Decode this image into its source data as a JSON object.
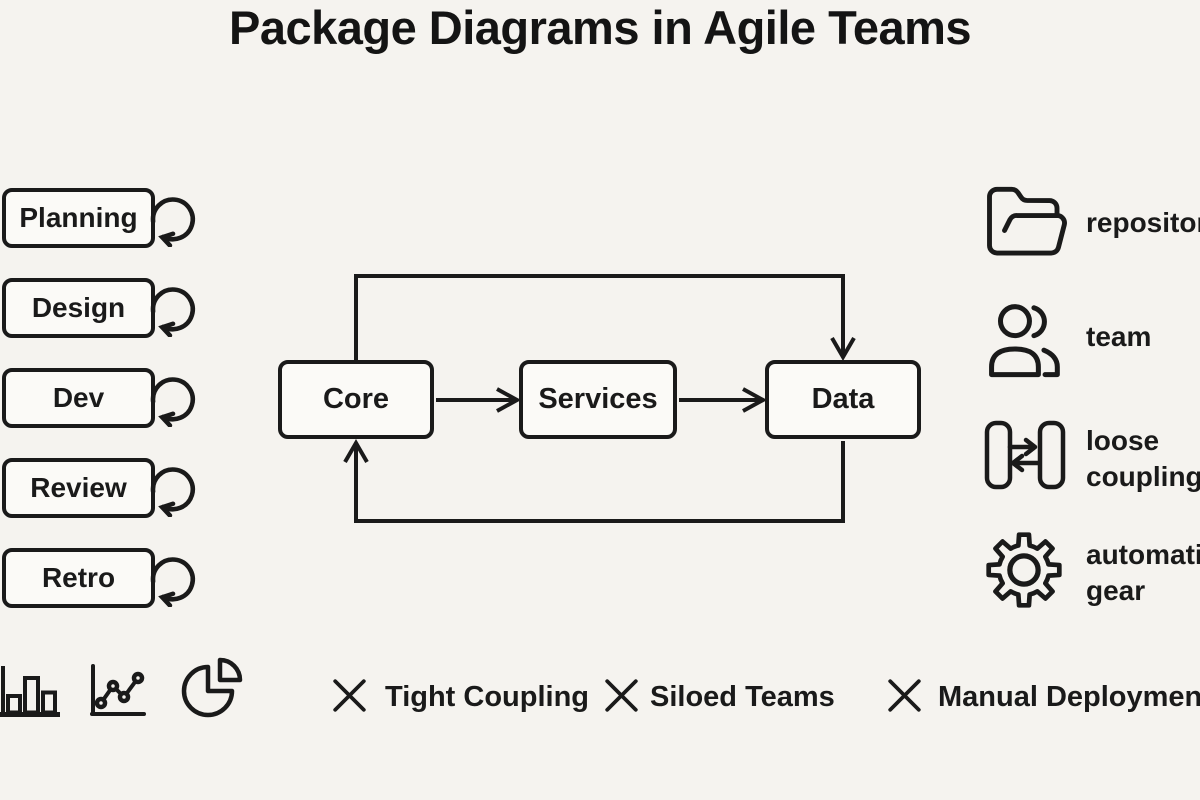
{
  "title": "Package Diagrams in Agile Teams",
  "colors": {
    "background": "#f5f3ef",
    "ink": "#1a1a1a",
    "box_fill": "#fbfaf7"
  },
  "sprint_stages": [
    "Planning",
    "Design",
    "Dev",
    "Review",
    "Retro"
  ],
  "flow": {
    "nodes": [
      "Core",
      "Services",
      "Data"
    ],
    "edges": [
      "Core → Services",
      "Services → Data",
      "Core → Data (top feedback loop)",
      "Data → Core (bottom feedback loop)"
    ]
  },
  "legend": [
    {
      "icon": "open-folder-icon",
      "label": "repository"
    },
    {
      "icon": "team-icon",
      "label": "team"
    },
    {
      "icon": "loose-coupling-icon",
      "label": "loose coupling"
    },
    {
      "icon": "gear-icon",
      "label": "automation gear"
    }
  ],
  "chart_icons": [
    "bar-chart-icon",
    "line-chart-icon",
    "pie-chart-icon"
  ],
  "antipatterns": [
    {
      "icon": "x-icon",
      "label": "Tight Coupling"
    },
    {
      "icon": "x-icon",
      "label": "Siloed Teams"
    },
    {
      "icon": "x-icon",
      "label": "Manual Deployment"
    }
  ]
}
